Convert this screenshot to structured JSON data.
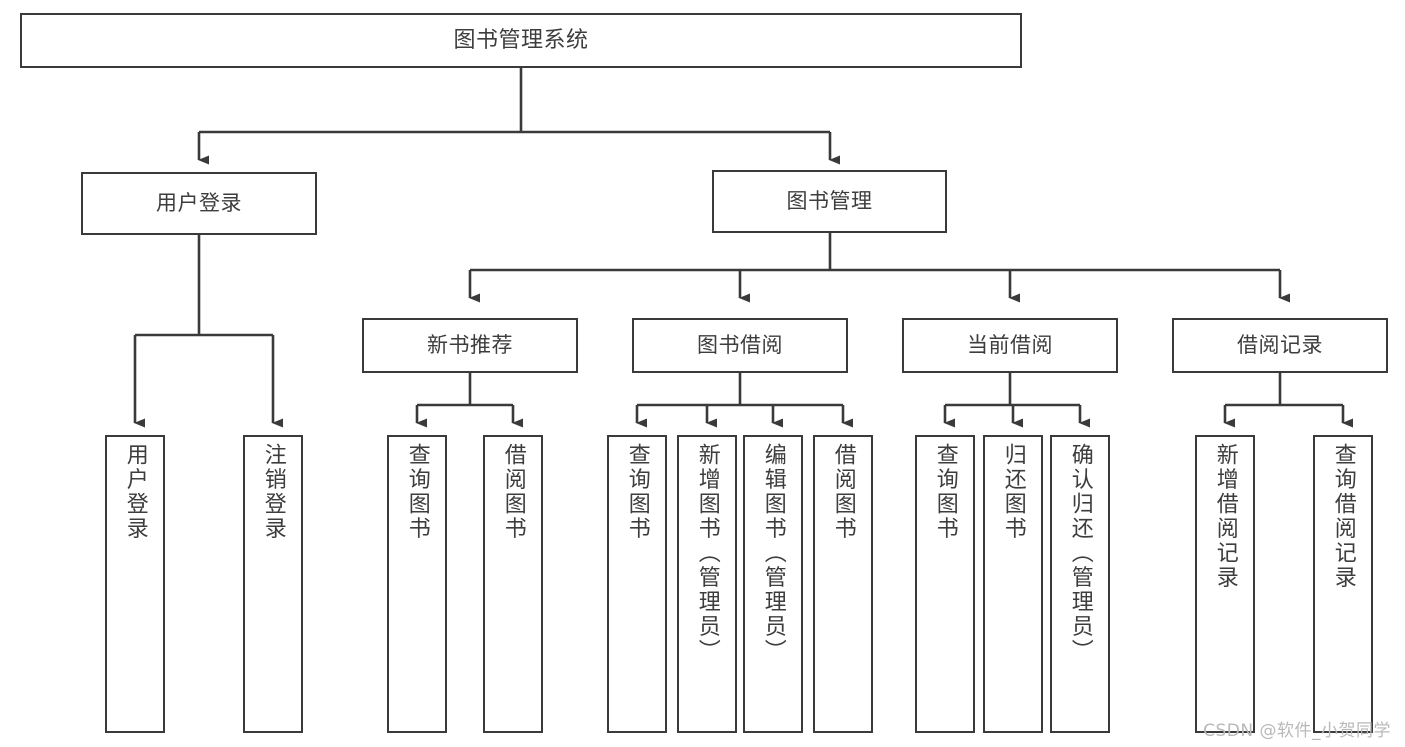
{
  "diagram": {
    "type": "tree-hierarchy",
    "title": "图书管理系统",
    "watermark": "CSDN @软件_小贺同学",
    "colors": {
      "stroke": "#3a3a3a",
      "text": "#3d3d3d",
      "background": "#ffffff",
      "watermark": "#b9b9b9"
    },
    "nodes": {
      "root": {
        "label": "图书管理系统",
        "level": 0
      },
      "level1": [
        {
          "id": "user-login",
          "label": "用户登录"
        },
        {
          "id": "book-manage",
          "label": "图书管理"
        }
      ],
      "level2": [
        {
          "id": "new-book-recommend",
          "label": "新书推荐",
          "parent": "book-manage"
        },
        {
          "id": "book-borrow",
          "label": "图书借阅",
          "parent": "book-manage"
        },
        {
          "id": "current-borrow",
          "label": "当前借阅",
          "parent": "book-manage"
        },
        {
          "id": "borrow-record",
          "label": "借阅记录",
          "parent": "book-manage"
        }
      ],
      "leaves": [
        {
          "id": "leaf-user-login",
          "label": "用户登录",
          "parent": "user-login"
        },
        {
          "id": "leaf-user-logout",
          "label": "注销登录",
          "parent": "user-login"
        },
        {
          "id": "leaf-query-book-1",
          "label": "查询图书",
          "parent": "new-book-recommend"
        },
        {
          "id": "leaf-borrow-book-1",
          "label": "借阅图书",
          "parent": "new-book-recommend"
        },
        {
          "id": "leaf-query-book-2",
          "label": "查询图书",
          "parent": "book-borrow"
        },
        {
          "id": "leaf-add-book",
          "label": "新增图书（管理员）",
          "parent": "book-borrow"
        },
        {
          "id": "leaf-edit-book",
          "label": "编辑图书（管理员）",
          "parent": "book-borrow"
        },
        {
          "id": "leaf-borrow-book-2",
          "label": "借阅图书",
          "parent": "book-borrow"
        },
        {
          "id": "leaf-query-book-3",
          "label": "查询图书",
          "parent": "current-borrow"
        },
        {
          "id": "leaf-return-book",
          "label": "归还图书",
          "parent": "current-borrow"
        },
        {
          "id": "leaf-confirm-return",
          "label": "确认归还（管理员）",
          "parent": "current-borrow"
        },
        {
          "id": "leaf-add-record",
          "label": "新增借阅记录",
          "parent": "borrow-record"
        },
        {
          "id": "leaf-query-record",
          "label": "查询借阅记录",
          "parent": "borrow-record"
        }
      ]
    }
  }
}
